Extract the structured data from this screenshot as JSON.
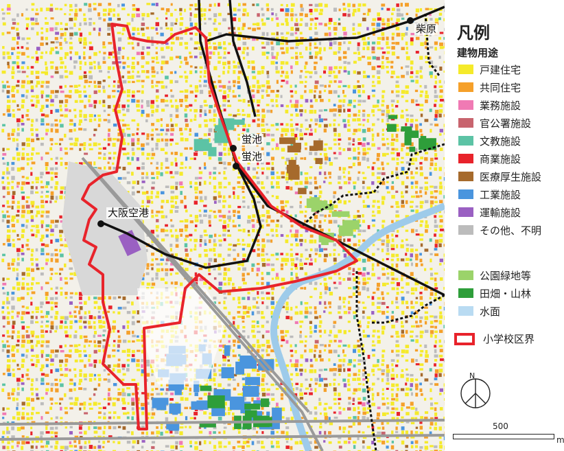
{
  "legend": {
    "title": "凡例",
    "subtitle": "建物用途",
    "building_uses": [
      {
        "label": "戸建住宅",
        "color": "#f5ea2a"
      },
      {
        "label": "共同住宅",
        "color": "#f5a02a"
      },
      {
        "label": "業務施設",
        "color": "#f07ab4"
      },
      {
        "label": "官公署施設",
        "color": "#c8646e"
      },
      {
        "label": "文教施設",
        "color": "#5cc3a5"
      },
      {
        "label": "商業施設",
        "color": "#e8232b"
      },
      {
        "label": "医療厚生施設",
        "color": "#a66a2c"
      },
      {
        "label": "工業施設",
        "color": "#4a95de"
      },
      {
        "label": "運輸施設",
        "color": "#9a60c2"
      },
      {
        "label": "その他、不明",
        "color": "#bcbcbc"
      }
    ],
    "land_uses": [
      {
        "label": "公園緑地等",
        "color": "#9bd36a"
      },
      {
        "label": "田畑・山林",
        "color": "#2e9e3a"
      },
      {
        "label": "水面",
        "color": "#b9dbf2"
      }
    ],
    "boundary": {
      "label": "小学校区界",
      "color": "#e8232b"
    }
  },
  "north_arrow": {
    "label": "N"
  },
  "scale": {
    "value": "500",
    "unit": "m"
  },
  "places": [
    {
      "id": "hotarugaike-1",
      "label": "蛍池"
    },
    {
      "id": "hotarugaike-2",
      "label": "蛍池"
    },
    {
      "id": "osaka-airport",
      "label": "大阪空港"
    },
    {
      "id": "shibahara",
      "label": "柴原"
    }
  ]
}
